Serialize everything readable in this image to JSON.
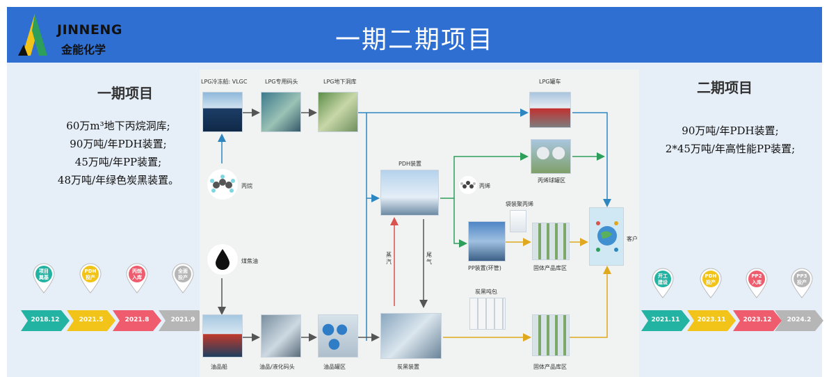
{
  "header": {
    "logo_en": "JINNENG",
    "logo_cn": "金能化学",
    "title": "一期二期项目"
  },
  "phase1": {
    "title": "一期项目",
    "lines": [
      "60万m³地下丙烷洞库;",
      "90万吨/年PDH装置;",
      "45万吨/年PP装置;",
      "48万吨/年绿色炭黑装置。"
    ],
    "milestones": [
      {
        "label": "项目\n奠基",
        "date": "2018.12",
        "color": "#23b3a3"
      },
      {
        "label": "PDH\n投产",
        "date": "2021.5",
        "color": "#f2c419"
      },
      {
        "label": "丙烷\n入库",
        "date": "2021.8",
        "color": "#ee5c6e"
      },
      {
        "label": "全面\n投产",
        "date": "2021.9",
        "color": "#b6b6b6"
      }
    ]
  },
  "phase2": {
    "title": "二期项目",
    "lines": [
      "90万吨/年PDH装置;",
      "2*45万吨/年高性能PP装置;"
    ],
    "milestones": [
      {
        "label": "开工\n建设",
        "date": "2021.11",
        "color": "#23b3a3"
      },
      {
        "label": "PDH\n投产",
        "date": "2023.11",
        "color": "#f2c419"
      },
      {
        "label": "PP2\n入库",
        "date": "2023.12",
        "color": "#ee5c6e"
      },
      {
        "label": "PP3\n投产",
        "date": "2024.2",
        "color": "#b6b6b6"
      }
    ]
  },
  "flow": {
    "lpg_ship": "LPG冷冻船: VLGC",
    "lpg_dock": "LPG专用码头",
    "lpg_cave": "LPG地下洞库",
    "lpg_truck": "LPG罐车",
    "propane": "丙烷",
    "pdh": "PDH装置",
    "propylene": "丙烯",
    "propylene_tank": "丙烯球罐区",
    "pp_bag": "袋装聚丙烯",
    "pp_unit": "PP装置(环管)",
    "solid_store1": "固体产品库区",
    "customer": "客户",
    "coal_oil": "煤焦油",
    "steam": "蒸汽",
    "tail_gas": "尾气",
    "cb_pack": "炭黑吨包",
    "oil_ship": "油品船",
    "oil_dock": "油品/液化码头",
    "oil_tank": "油品罐区",
    "cb_unit": "炭黑装置",
    "solid_store2": "固体产品库区"
  },
  "colors": {
    "header_blue": "#2f6fd2",
    "band": "#e6eef7",
    "blue_line": "#2e86c1",
    "green_line": "#2e9e5b",
    "red_line": "#d9534f",
    "gold_line": "#e0a81e",
    "gray_line": "#555555"
  }
}
